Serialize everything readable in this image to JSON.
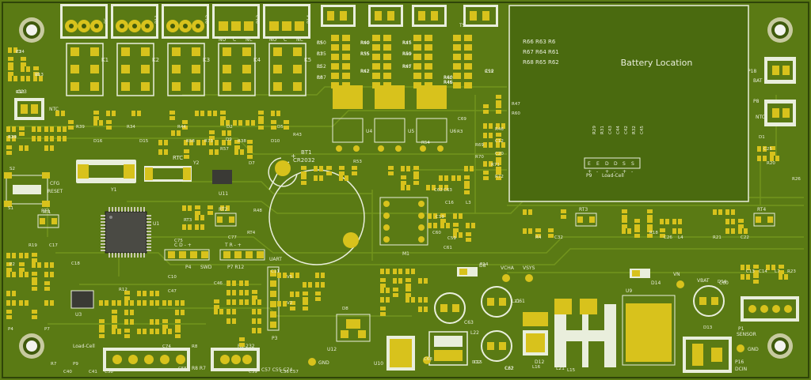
{
  "colors": {
    "board": "#5a7a14",
    "board_dark": "#3f5a0c",
    "trace": "#6d8f1d",
    "pad": "#d8c21c",
    "silk": "#e9eedc",
    "copper_region": "#4a6a0f"
  },
  "connectors_top": [
    "P5",
    "P11",
    "P12",
    "P13",
    "P14",
    "P15",
    "P16",
    "P17",
    "P18",
    "P19"
  ],
  "relays": [
    "K1",
    "K2",
    "K3",
    "K4",
    "K5"
  ],
  "relay_pin_labels": {
    "no": "NO",
    "c": "C",
    "nc": "NC"
  },
  "battery_area": {
    "title": "Battery Location",
    "resistor_rows": [
      [
        "R66",
        "R63",
        "R6"
      ],
      [
        "R67",
        "R64",
        "R61"
      ],
      [
        "R68",
        "R65",
        "R62"
      ]
    ]
  },
  "connectors_right": {
    "bat": {
      "ref": "P18",
      "label": "BAT"
    },
    "ntc": {
      "ref": "P8",
      "label": "NTC"
    },
    "sensor": {
      "ref": "P1",
      "label": "SENSOR"
    },
    "dcin": {
      "ref": "P16",
      "label": "DCIN"
    }
  },
  "misc_labels": {
    "ntc_left": "NTC",
    "battery_cell": "BT1",
    "battery_type": "CR2032",
    "rtc": "RTC",
    "cfg": "CFG",
    "reset": "RESET",
    "uart": "UART",
    "swd": "SWD",
    "load_cell_top": "Load-Cell",
    "load_cell_bottom": "Load-Cell",
    "rs232": "RS-232",
    "gnd1": "GND",
    "gnd2": "GND",
    "vcha": "VCHA",
    "vsys": "VSYS",
    "vbat": "VBAT",
    "vn": "VN",
    "ts": "TS",
    "p9_pins": [
      "E",
      "E",
      "D",
      "D",
      "S",
      "S"
    ],
    "p9_signs": [
      "+",
      "-",
      "+",
      "-",
      "+",
      "-"
    ]
  },
  "ic_labels": [
    "U1",
    "U3",
    "U4",
    "U5",
    "U6",
    "U7",
    "U9",
    "U10",
    "U11",
    "U12",
    "U13",
    "M1",
    "Y1",
    "Y2"
  ],
  "small_refs": [
    "C24",
    "C23",
    "L9",
    "R29",
    "S2",
    "S1",
    "RT1",
    "RT2",
    "RT3",
    "RT4",
    "R48",
    "R19",
    "C17",
    "C18",
    "C10",
    "C75",
    "C77",
    "P4",
    "P7",
    "R12",
    "C47",
    "C46",
    "C40",
    "C41",
    "C38",
    "C39",
    "C36",
    "C57",
    "C55",
    "C74",
    "R8",
    "R7",
    "P9",
    "P14",
    "L16",
    "L15",
    "D8",
    "D12",
    "D13",
    "D14",
    "L21",
    "L22",
    "C59",
    "C60",
    "C61",
    "C62",
    "C63",
    "C19",
    "C16",
    "L3",
    "R4",
    "C32",
    "C26",
    "L4",
    "R21",
    "C22",
    "R18",
    "C25",
    "R26",
    "R20",
    "D1",
    "C13",
    "C14",
    "L7",
    "R23",
    "C5",
    "C7",
    "L1",
    "C6",
    "R50",
    "R35",
    "R52",
    "R37",
    "R40",
    "R55",
    "R42",
    "R45",
    "R59",
    "R47",
    "R60",
    "R46",
    "C12",
    "C20",
    "R69",
    "R70",
    "R71",
    "R72",
    "D16",
    "D15",
    "R73",
    "R38",
    "R43",
    "R53",
    "R54",
    "R39",
    "R34",
    "R44",
    "D2",
    "D5",
    "D7",
    "D9",
    "D10",
    "R57",
    "R58",
    "R3",
    "C69",
    "C68",
    "C15",
    "C11",
    "V5",
    "V2",
    "P2",
    "P3",
    "R9",
    "R13",
    "R33"
  ]
}
